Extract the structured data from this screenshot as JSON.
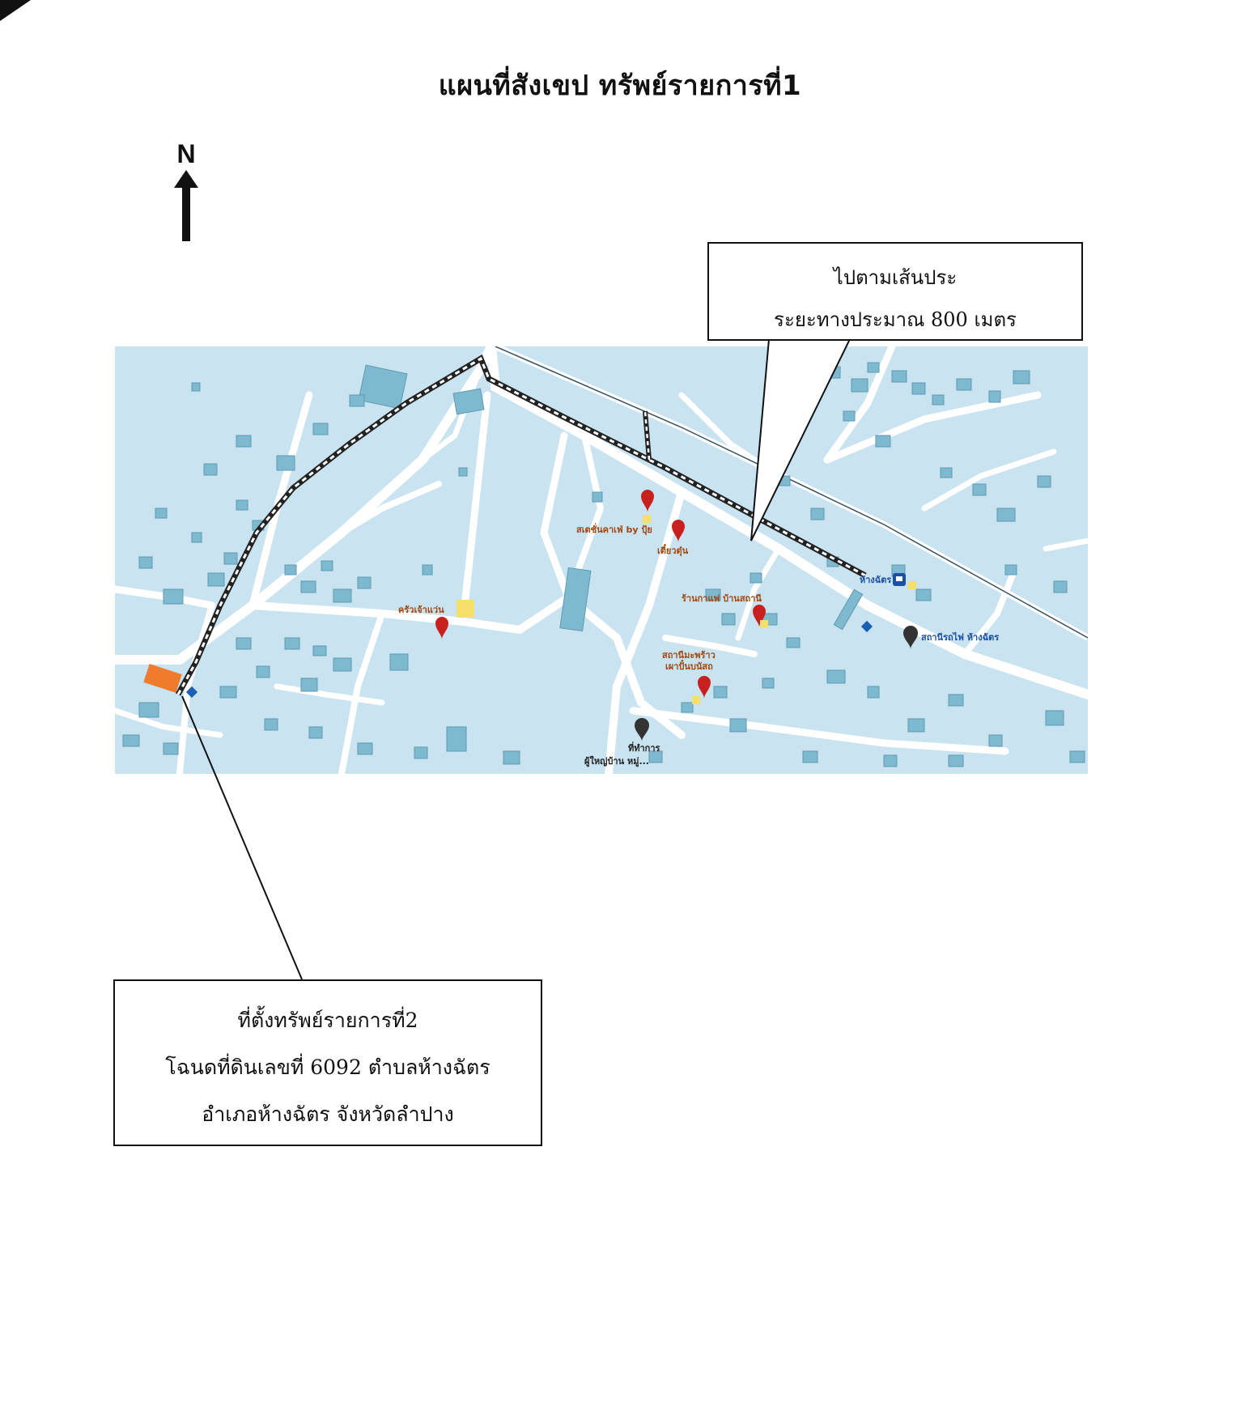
{
  "title": "แผนที่สังเขป ทรัพย์รายการที่1",
  "north_label": "N",
  "route_callout": {
    "line1": "ไปตามเส้นประ",
    "line2": "ระยะทางประมาณ 800 เมตร"
  },
  "location_callout": {
    "line1": "ที่ตั้งทรัพย์รายการที่2",
    "line2": "โฉนดที่ดินเลขที่ 6092 ตำบลห้างฉัตร",
    "line3": "อำเภอห้างฉัตร จังหวัดลำปาง"
  },
  "map_labels": {
    "station_cafe": "สเตชั่นคาเฟ่ by ปุ้ย",
    "kiao_tun": "เตี๋ยวตุ๋น",
    "khrua_jao_waen": "ครัวเจ้าแว่น",
    "cafe_station": "ร้านกาแฟ บ้านสถานี",
    "coconut_1": "สถานีมะพร้าว",
    "coconut_2": "เผาปั๋นบนัสถ",
    "hang_chat": "ห้างฉัตร",
    "train_station": "สถานีรถไฟ ห้างฉัตร",
    "office_1": "ที่ทำการ",
    "office_2": "ผู้ใหญ่บ้าน หมู่..."
  },
  "colors": {
    "map_bg": "#c9e3f1",
    "building": "#7fb9cf",
    "road": "#ffffff",
    "pin": "#c8201e",
    "label_text": "#a3470e",
    "poi_blue": "#1a4fa3",
    "parcel": "#ef7b2c",
    "route": "#222222"
  },
  "icons": [
    "north-arrow-icon",
    "map-pin-icon",
    "transit-icon",
    "landmark-icon",
    "route-node-icon"
  ]
}
